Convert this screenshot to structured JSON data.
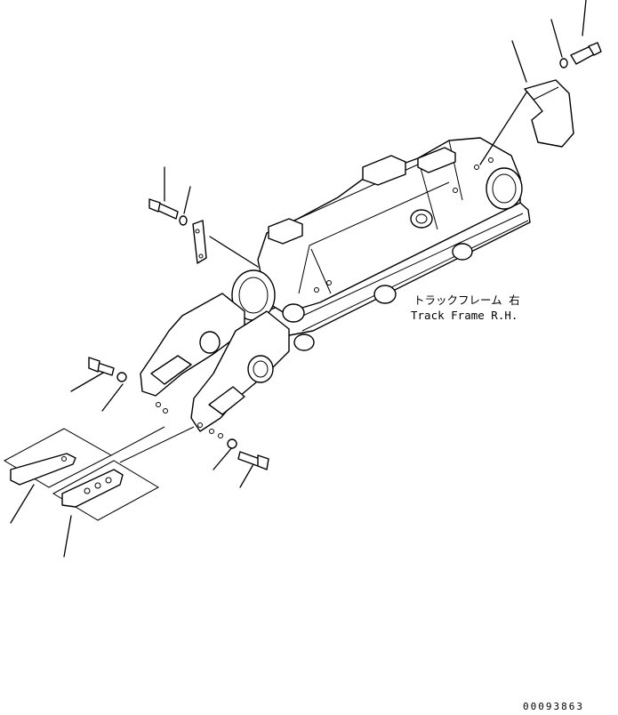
{
  "assembly": {
    "label_jp": "トラックフレーム 右",
    "label_en": "Track Frame R.H."
  },
  "drawing_code": "00093863"
}
